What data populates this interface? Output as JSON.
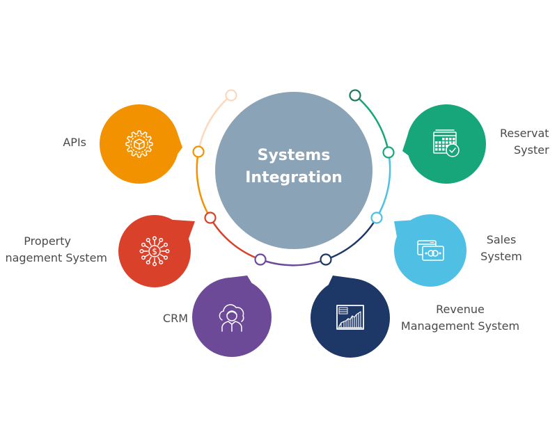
{
  "title": "Systems Integration",
  "hub": {
    "line1": "Systems",
    "line2": "Integration",
    "color": "#8ba3b6"
  },
  "nodes": [
    {
      "id": "apis",
      "label_lines": [
        "APIs"
      ],
      "icon": "gear-cube-icon",
      "color": "#f39200"
    },
    {
      "id": "property-management-system",
      "label_lines": [
        "Property",
        "nagement System"
      ],
      "icon": "dollar-network-icon",
      "color": "#d9412b"
    },
    {
      "id": "crm",
      "label_lines": [
        "CRM"
      ],
      "icon": "cloud-user-icon",
      "color": "#6c4a98"
    },
    {
      "id": "revenue-management-system",
      "label_lines": [
        "Revenue",
        "Management System"
      ],
      "icon": "chart-board-icon",
      "color": "#1d3766"
    },
    {
      "id": "sales-system",
      "label_lines": [
        "Sales",
        "System"
      ],
      "icon": "payment-cards-icon",
      "color": "#4fc0e3"
    },
    {
      "id": "reservation-system",
      "label_lines": [
        "Reservat",
        "Syster"
      ],
      "icon": "calendar-check-icon",
      "color": "#17a57a"
    }
  ],
  "arc_colors": {
    "top_left": "#fcd9bd",
    "left": "#f39200",
    "lower_left": "#d9412b",
    "bottom": "#6c4a98",
    "lower_right": "#1d3766",
    "right": "#4fc0e3",
    "top_right": "#17a57a"
  }
}
